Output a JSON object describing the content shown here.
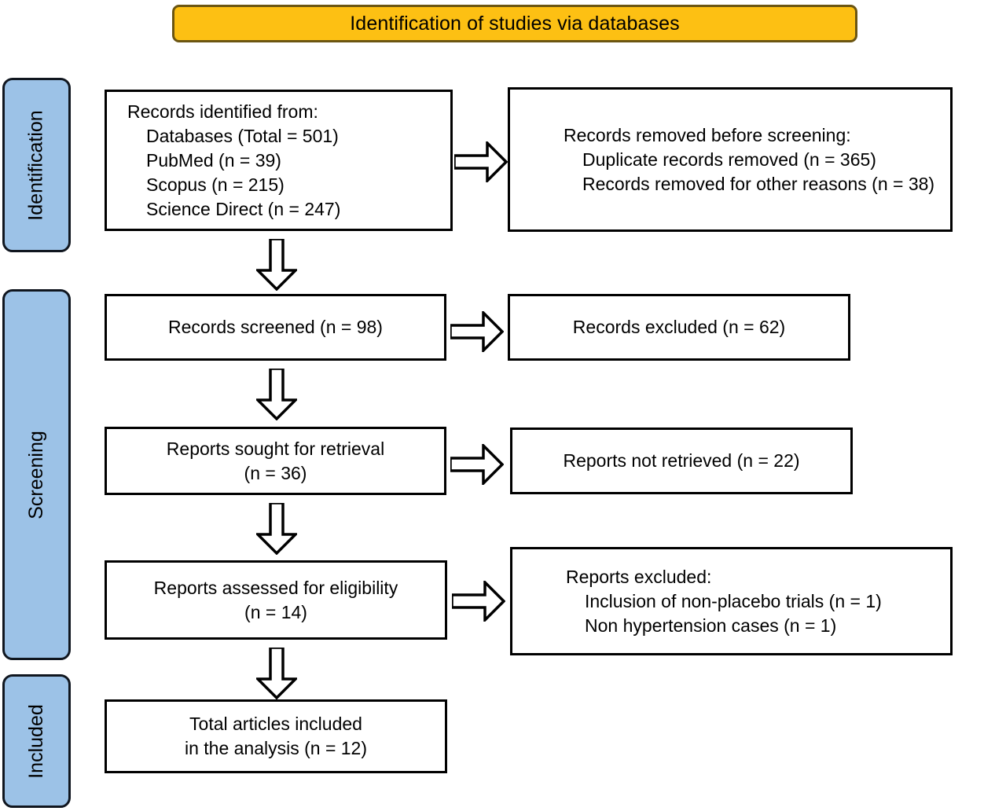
{
  "banner": {
    "title": "Identification of studies via databases",
    "fill_color": "#FDC013",
    "border_color": "#6b5512"
  },
  "phases": {
    "fill_color": "#9CC2E7",
    "border_color": "#10161f",
    "identification": "Identification",
    "screening": "Screening",
    "included": "Included"
  },
  "boxes": {
    "identified": {
      "lines": [
        "Records identified from:",
        "Databases (Total = 501)",
        "PubMed (n = 39)",
        "Scopus (n = 215)",
        "Science Direct (n = 247)"
      ]
    },
    "removed": {
      "lines": [
        "Records removed before screening:",
        "Duplicate records removed (n = 365)",
        "Records removed for other reasons (n = 38)"
      ]
    },
    "screened": {
      "lines": [
        "Records screened (n = 98)"
      ]
    },
    "excluded": {
      "lines": [
        "Records excluded (n = 62)"
      ]
    },
    "sought": {
      "lines": [
        "Reports sought for retrieval",
        "(n = 36)"
      ]
    },
    "not_retrieved": {
      "lines": [
        "Reports not retrieved (n = 22)"
      ]
    },
    "eligibility": {
      "lines": [
        "Reports assessed for eligibility",
        "(n = 14)"
      ]
    },
    "reports_excluded": {
      "lines": [
        "Reports excluded:",
        "Inclusion of non-placebo trials (n = 1)",
        "Non hypertension cases (n = 1)"
      ]
    },
    "total": {
      "lines": [
        "Total articles included",
        "in the analysis (n = 12)"
      ]
    }
  },
  "chart_data": {
    "type": "diagram",
    "title": "Identification of studies via databases",
    "subtype": "PRISMA flow diagram",
    "stages": [
      {
        "phase": "Identification",
        "main_box": "Records identified from: Databases (Total = 501); PubMed (n = 39); Scopus (n = 215); Science Direct (n = 247)",
        "side_box": "Records removed before screening: Duplicate records removed (n = 365); Records removed for other reasons (n = 38)",
        "counts": {
          "total": 501,
          "PubMed": 39,
          "Scopus": 215,
          "Science Direct": 247,
          "duplicates_removed": 365,
          "other_reasons_removed": 38
        }
      },
      {
        "phase": "Screening",
        "main_box": "Records screened (n = 98)",
        "side_box": "Records excluded (n = 62)",
        "counts": {
          "screened": 98,
          "excluded": 62
        }
      },
      {
        "phase": "Screening",
        "main_box": "Reports sought for retrieval (n = 36)",
        "side_box": "Reports not retrieved (n = 22)",
        "counts": {
          "sought": 36,
          "not_retrieved": 22
        }
      },
      {
        "phase": "Screening",
        "main_box": "Reports assessed for eligibility (n = 14)",
        "side_box": "Reports excluded: Inclusion of non-placebo trials (n = 1); Non hypertension cases (n = 1)",
        "counts": {
          "assessed": 14,
          "non_placebo_trials": 1,
          "non_hypertension_cases": 1
        }
      },
      {
        "phase": "Included",
        "main_box": "Total articles included in the analysis (n = 12)",
        "side_box": null,
        "counts": {
          "included": 12
        }
      }
    ]
  }
}
